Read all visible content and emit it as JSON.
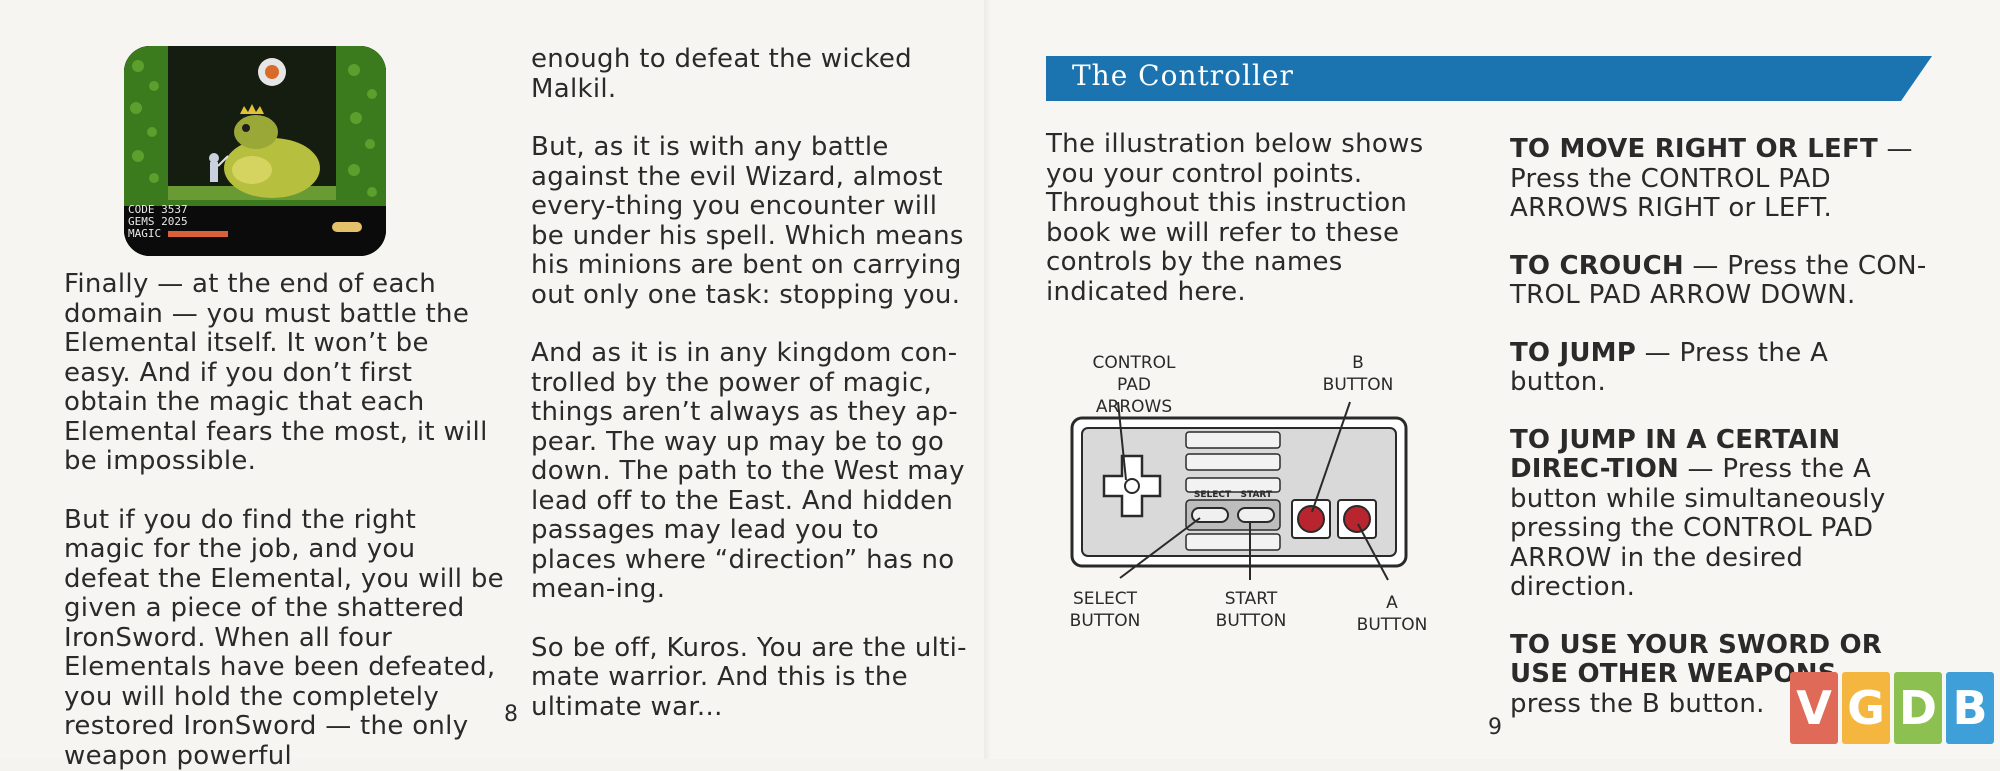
{
  "left_page": {
    "col1_paragraphs": [
      "Finally — at the end of each domain — you must battle the Elemental itself.  It won’t be easy. And if you don’t first obtain the magic that each Elemental fears the most, it will be  impossible.",
      "But if you do find the right magic for the job, and you defeat the Elemental, you will be given a piece of the shattered IronSword. When all four Elementals have been defeated, you will hold the completely restored IronSword — the only weapon powerful"
    ],
    "col2_paragraphs": [
      "enough to defeat the wicked Malkil.",
      "But, as it is with any battle against the evil Wizard, almost every-thing you encounter will be under his spell.  Which means his minions are bent on carrying out only one task:  stopping you.",
      "And as it is in any kingdom con-trolled by the power of magic, things aren’t always as they ap-pear. The way up may be to go down. The path to the West may lead off to the East. And hidden passages may lead you to places where “direction” has no mean-ing.",
      "So be off, Kuros. You are the ulti-mate warrior. And this is the ultimate war..."
    ],
    "page_number": "8",
    "screenshot_hud": {
      "row1_label": "CODE",
      "row1_value": "3537",
      "row2_label": "GEMS",
      "row2_value": "2025",
      "row3_label": "MAGIC"
    }
  },
  "right_page": {
    "banner_title": "The Controller",
    "intro": "The illustration below shows you your control points. Throughout this instruction book we will refer to these controls by the names indicated here.",
    "diagram": {
      "control_pad_label_1": "CONTROL PAD",
      "control_pad_label_2": "ARROWS",
      "b_label_1": "B",
      "b_label_2": "BUTTON",
      "select_label_1": "SELECT",
      "select_label_2": "BUTTON",
      "start_label_1": "START",
      "start_label_2": "BUTTON",
      "a_label_1": "A",
      "a_label_2": "BUTTON",
      "select_small": "SELECT",
      "start_small": "START"
    },
    "instructions": [
      {
        "heading": "TO MOVE RIGHT OR LEFT",
        "text": " — Press the CONTROL PAD ARROWS RIGHT or LEFT."
      },
      {
        "heading": "TO CROUCH",
        "text": " — Press the CON-TROL PAD  ARROW DOWN."
      },
      {
        "heading": "TO JUMP",
        "text": "  —  Press the A button."
      },
      {
        "heading": "TO JUMP IN A CERTAIN DIREC-TION",
        "text": "  —  Press the A button while simultaneously pressing the CONTROL PAD ARROW in the desired direction."
      },
      {
        "heading": "TO USE YOUR SWORD OR USE OTHER WEAPONS",
        "text": " — press the B button."
      }
    ],
    "page_number": "9"
  },
  "watermark": {
    "letters": [
      "V",
      "G",
      "D",
      "B"
    ],
    "colors": [
      "#e06a58",
      "#f4b63e",
      "#8cc152",
      "#3f9fd8"
    ]
  }
}
